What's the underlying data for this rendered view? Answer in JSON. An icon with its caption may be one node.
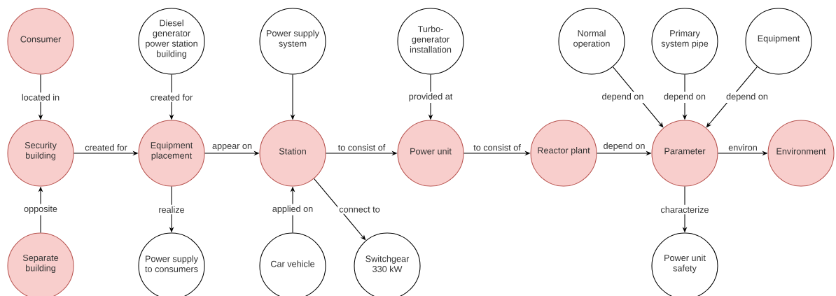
{
  "diagram": {
    "nodes": [
      {
        "text": [
          "Consumer"
        ]
      },
      {
        "text": [
          "Diesel generator power station building"
        ]
      },
      {
        "text": [
          "Power supply system"
        ]
      },
      {
        "text": [
          "Turbo-generator installation"
        ]
      },
      {
        "text": [
          "Normal operation"
        ]
      },
      {
        "text": [
          "Primary system pipe"
        ]
      },
      {
        "text": [
          "Equipment"
        ]
      },
      {
        "text": [
          "Security building"
        ]
      },
      {
        "text": [
          "Equipment placement"
        ]
      },
      {
        "text": [
          "Station"
        ]
      },
      {
        "text": [
          "Power unit"
        ]
      },
      {
        "text": [
          "Reactor plant"
        ]
      },
      {
        "text": [
          "Parameter"
        ]
      },
      {
        "text": [
          "Environment"
        ]
      },
      {
        "text": [
          "Separate building"
        ]
      },
      {
        "text": [
          "Power supply to consumers"
        ]
      },
      {
        "text": [
          "Car vehicle"
        ]
      },
      {
        "text": [
          "Switchgear 330 kW"
        ]
      },
      {
        "text": [
          "Power unit safety"
        ]
      }
    ],
    "edges": [
      {
        "from": 0,
        "to": 7,
        "arrow": "to",
        "label": "located in"
      },
      {
        "from": 14,
        "to": 7,
        "arrow": "to",
        "label": "opposite"
      },
      {
        "from": 7,
        "to": 8,
        "arrow": "to",
        "label": "created for"
      },
      {
        "from": 1,
        "to": 8,
        "arrow": "to",
        "label": "created for"
      },
      {
        "from": 8,
        "to": 15,
        "arrow": "to",
        "label": "realize"
      },
      {
        "from": 8,
        "to": 9,
        "arrow": "to",
        "label": "appear on"
      },
      {
        "from": 2,
        "to": 9,
        "arrow": "to"
      },
      {
        "from": 16,
        "to": 9,
        "arrow": "to",
        "label": "applied on"
      },
      {
        "from": 9,
        "to": 17,
        "arrow": "to",
        "label": "connect to"
      },
      {
        "from": 9,
        "to": 10,
        "arrow": "to",
        "label": "to consist of"
      },
      {
        "from": 3,
        "to": 10,
        "arrow": "to",
        "label": "provided at"
      },
      {
        "from": 10,
        "to": 11,
        "arrow": "to",
        "label": "to consist of"
      },
      {
        "from": 11,
        "to": 12,
        "arrow": "to",
        "label": "depend on"
      },
      {
        "from": 4,
        "to": 12,
        "arrow": "to",
        "label": "depend on"
      },
      {
        "from": 5,
        "to": 12,
        "arrow": "to",
        "label": "depend on"
      },
      {
        "from": 6,
        "to": 12,
        "arrow": "to",
        "label": "depend on"
      },
      {
        "from": 12,
        "to": 13,
        "arrow": "to",
        "label": "environ"
      },
      {
        "from": 12,
        "to": 18,
        "arrow": "to",
        "label": "characterize"
      }
    ]
  }
}
